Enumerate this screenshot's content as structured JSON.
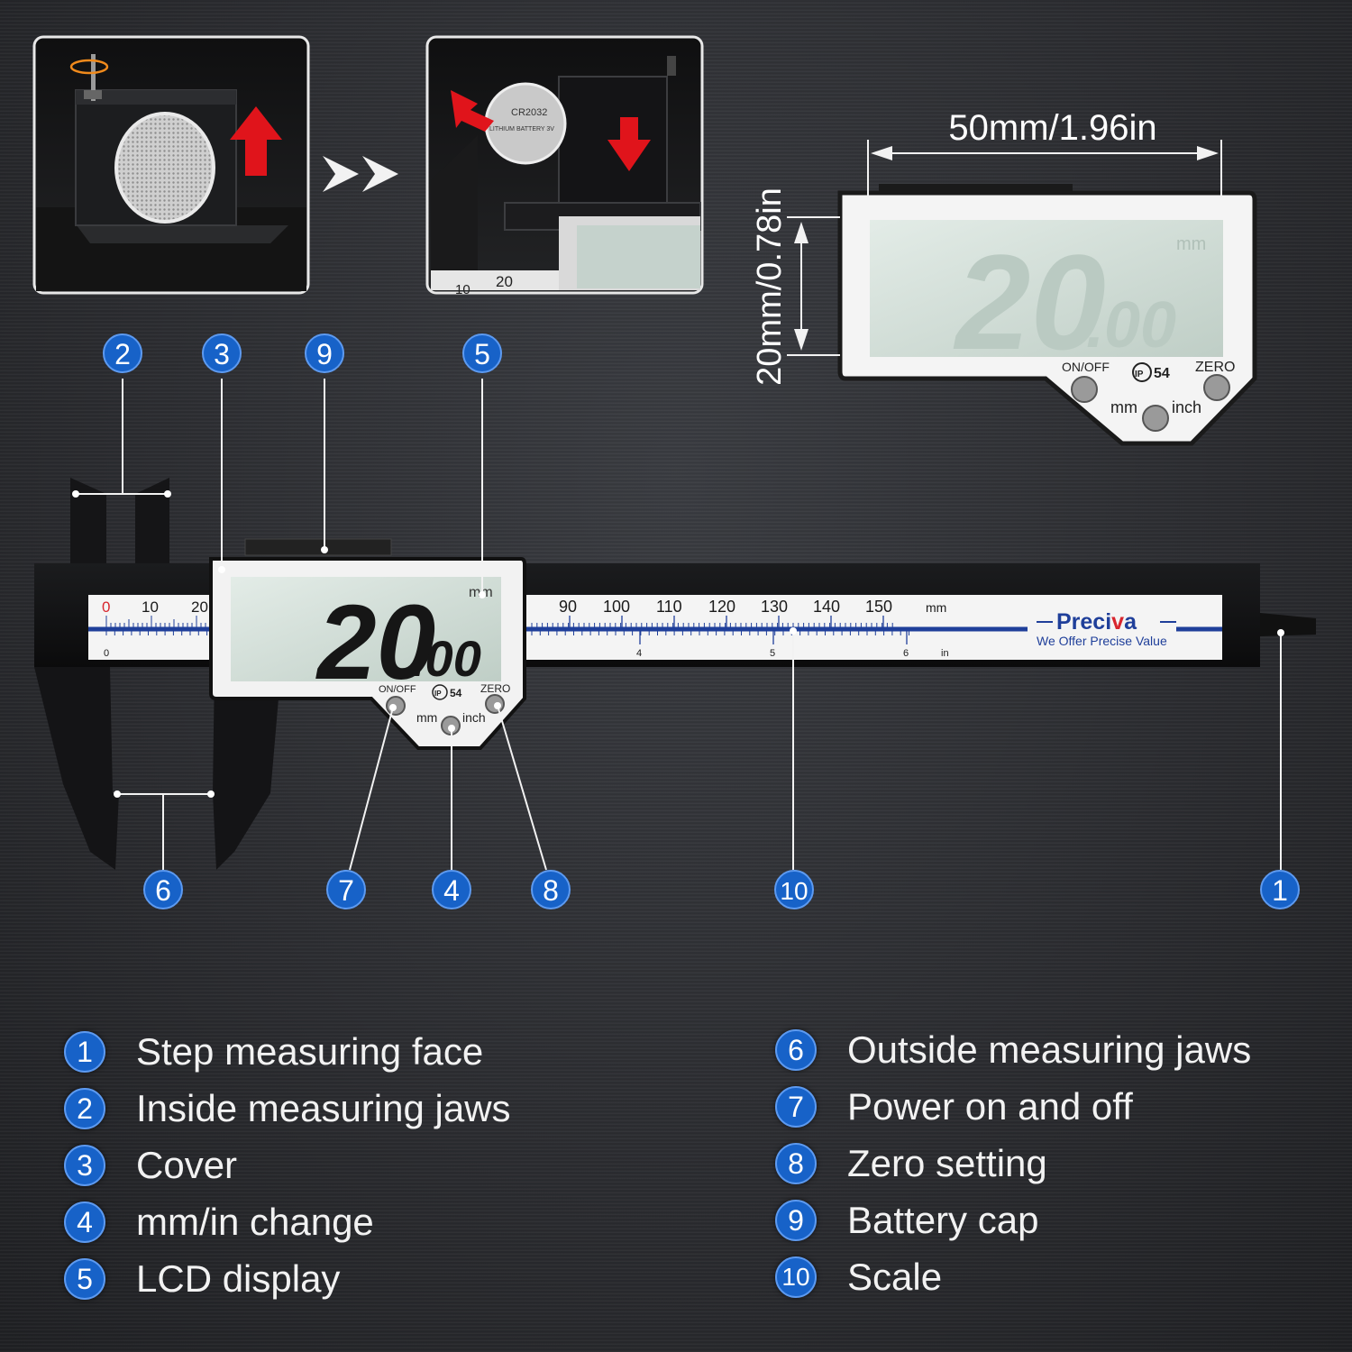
{
  "battery_steps": {
    "cell_text_line1": "CR2032",
    "cell_text_line2": "LITHIUM BATTERY 3V",
    "scale_marks": [
      "10",
      "20"
    ]
  },
  "display_dims": {
    "width_label": "50mm/1.96in",
    "height_label": "20mm/0.78in"
  },
  "display": {
    "reading": "20",
    "reading_decimal": ".00",
    "unit": "mm",
    "buttons": {
      "on_off": "ON/OFF",
      "zero": "ZERO",
      "mm": "mm",
      "inch": "inch"
    },
    "ip_rating": "54",
    "ip_prefix": "IP"
  },
  "scale": {
    "mm_labels_left": [
      "0",
      "10",
      "20"
    ],
    "mm_labels_right": [
      "90",
      "100",
      "110",
      "120",
      "130",
      "140",
      "150"
    ],
    "mm_unit": "mm",
    "in_labels": [
      "0",
      "4",
      "5",
      "6"
    ],
    "in_unit": "in"
  },
  "brand": {
    "name_a": "Preci",
    "name_b": "v",
    "name_c": "a",
    "slogan": "We Offer Precise Value"
  },
  "callouts": [
    "1",
    "2",
    "3",
    "4",
    "5",
    "6",
    "7",
    "8",
    "9",
    "10"
  ],
  "legend": [
    {
      "num": "1",
      "text": "Step measuring face"
    },
    {
      "num": "2",
      "text": "Inside measuring jaws"
    },
    {
      "num": "3",
      "text": "Cover"
    },
    {
      "num": "4",
      "text": "mm/in change"
    },
    {
      "num": "5",
      "text": "LCD display"
    },
    {
      "num": "6",
      "text": "Outside measuring jaws"
    },
    {
      "num": "7",
      "text": "Power on and off"
    },
    {
      "num": "8",
      "text": "Zero setting"
    },
    {
      "num": "9",
      "text": "Battery cap"
    },
    {
      "num": "10",
      "text": "Scale"
    }
  ],
  "colors": {
    "badge": "#1762c8",
    "arrow_red": "#e0141b",
    "brand_blue": "#1f3f9a",
    "brand_red": "#d8262e",
    "lcd": "#cfdcd6"
  }
}
